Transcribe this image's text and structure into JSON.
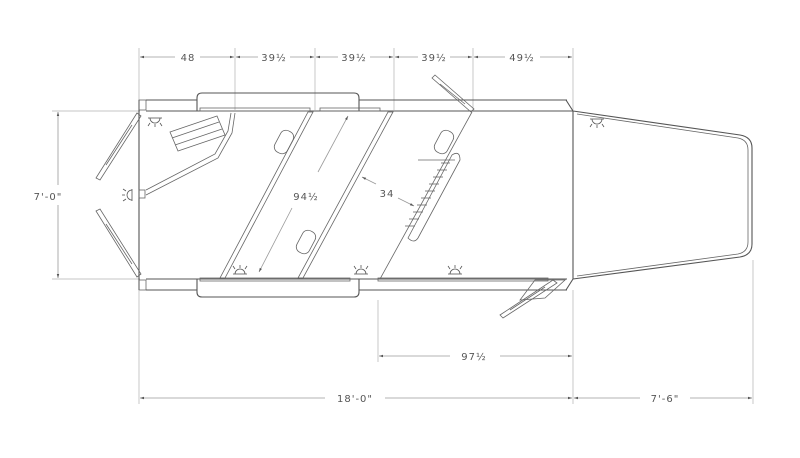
{
  "drawing": {
    "type": "horse trailer floor plan (top view)",
    "top_dimensions": [
      {
        "label": "48"
      },
      {
        "label": "39½"
      },
      {
        "label": "39½"
      },
      {
        "label": "39½"
      },
      {
        "label": "49½"
      }
    ],
    "side_dimension": {
      "label": "7'-0\""
    },
    "stall_length": {
      "label": "94½"
    },
    "stall_width": {
      "label": "34"
    },
    "rear_area": {
      "label": "97½"
    },
    "overall_length": {
      "label": "18'-0\""
    },
    "gooseneck_length": {
      "label": "7'-6\""
    }
  },
  "colors": {
    "line": "#555555",
    "dimension": "#9a9a9a",
    "background": "#ffffff"
  }
}
